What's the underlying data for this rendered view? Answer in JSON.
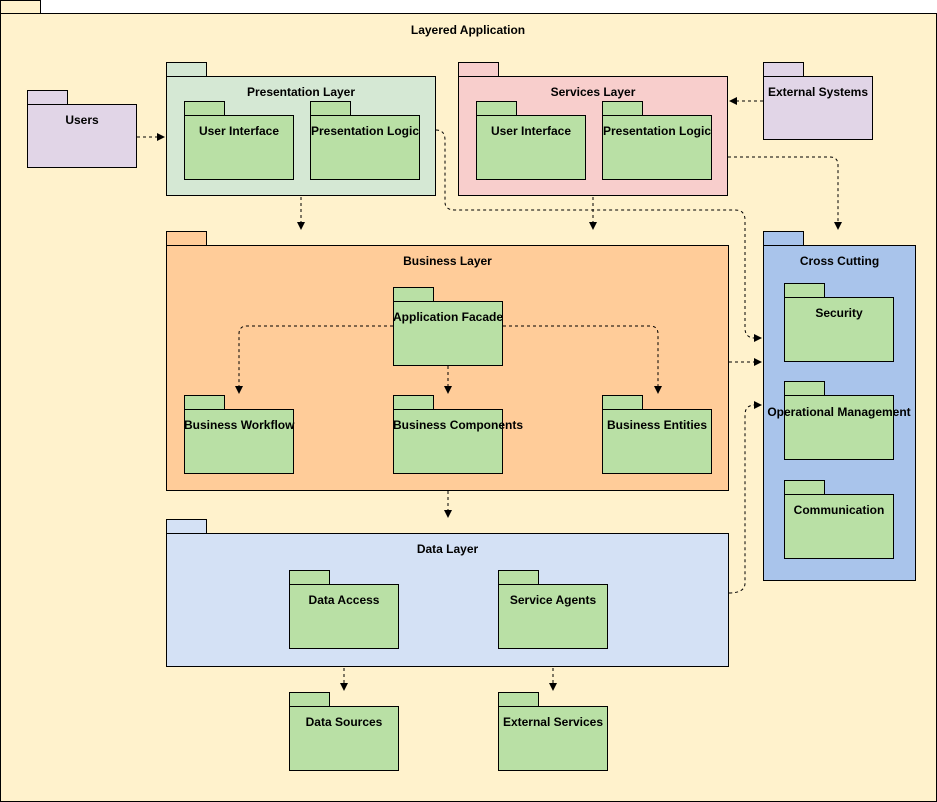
{
  "app": {
    "title": "Layered Application"
  },
  "users": {
    "label": "Users"
  },
  "external_systems": {
    "label": "External Systems"
  },
  "presentation_layer": {
    "title": "Presentation Layer",
    "items": [
      "User Interface",
      "Presentation Logic"
    ]
  },
  "services_layer": {
    "title": "Services Layer",
    "items": [
      "User Interface",
      "Presentation Logic"
    ]
  },
  "business_layer": {
    "title": "Business Layer",
    "facade": "Application Facade",
    "items": [
      "Business Workflow",
      "Business Components",
      "Business Entities"
    ]
  },
  "data_layer": {
    "title": "Data Layer",
    "items": [
      "Data Access",
      "Service Agents"
    ]
  },
  "cross_cutting": {
    "title": "Cross Cutting",
    "items": [
      "Security",
      "Operational Management",
      "Communication"
    ]
  },
  "data_sources": {
    "label": "Data Sources"
  },
  "external_services": {
    "label": "External Services"
  },
  "colors": {
    "app_fill": "#fff2cc",
    "presentation_fill": "#d5e8d4",
    "services_fill": "#f8cecc",
    "business_fill": "#ffcc99",
    "data_fill": "#d4e1f5",
    "cross_fill": "#a9c4eb",
    "actor_fill": "#e1d5e7",
    "component_fill": "#b9e0a5"
  }
}
